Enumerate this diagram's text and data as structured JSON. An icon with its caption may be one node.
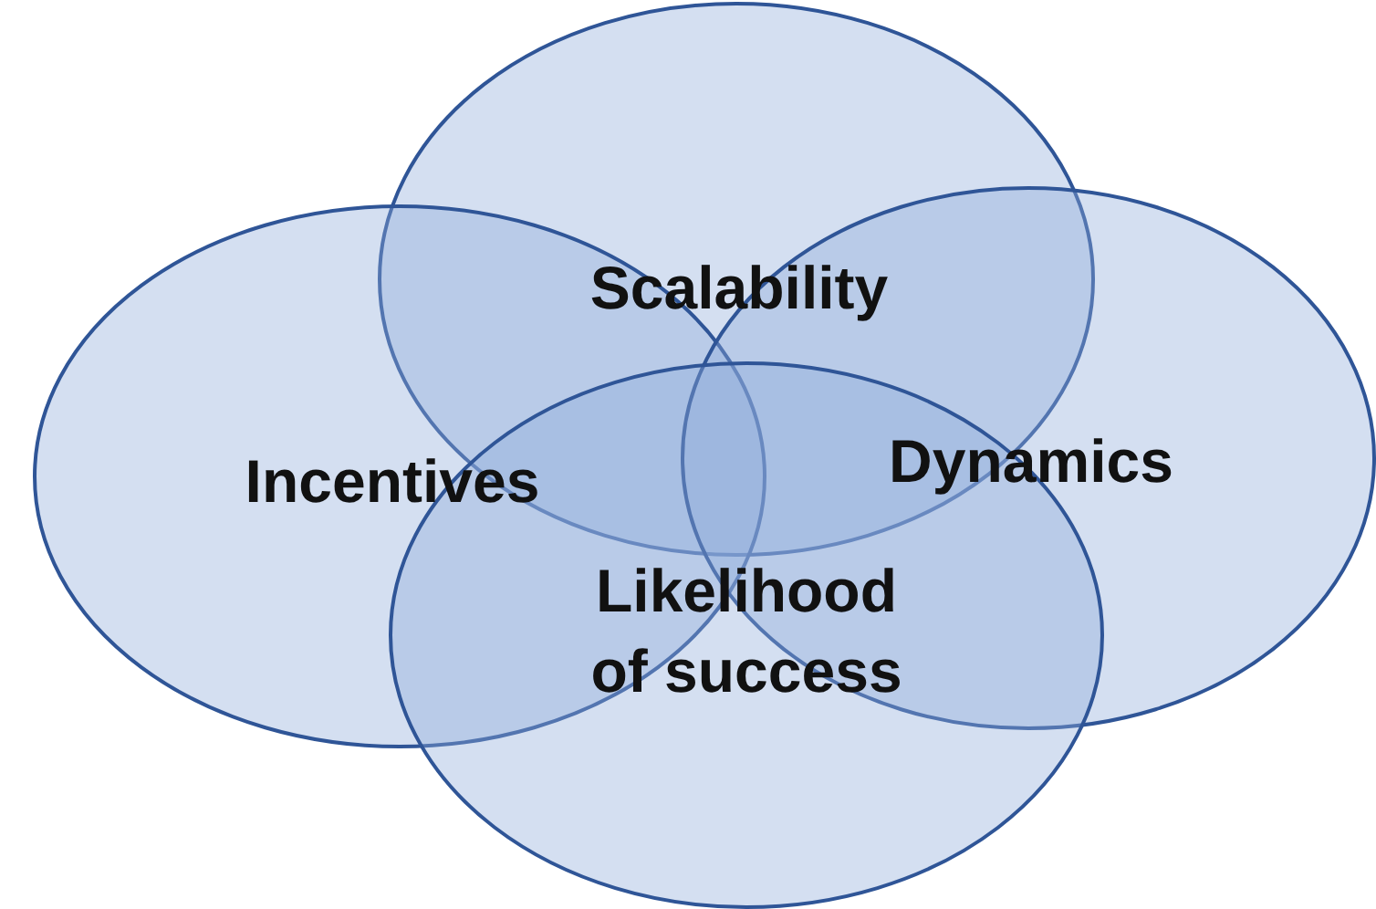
{
  "diagram": {
    "nodes": [
      {
        "text": [
          "Scalability"
        ]
      },
      {
        "text": [
          "Incentives"
        ]
      },
      {
        "text": [
          "Dynamics"
        ]
      },
      {
        "text": [
          "Likelihood of success"
        ]
      }
    ]
  }
}
